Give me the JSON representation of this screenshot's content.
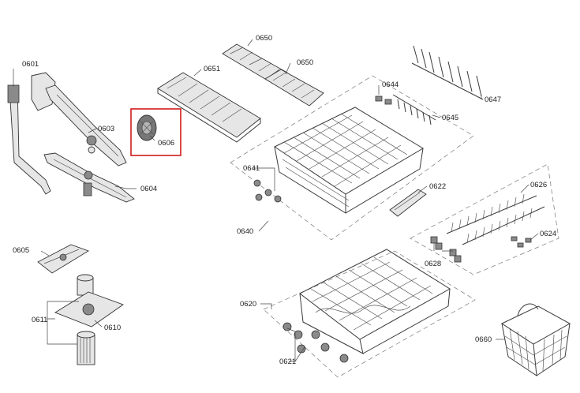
{
  "colors": {
    "highlight": "#d01c1c",
    "line": "#333333",
    "background": "#ffffff"
  },
  "highlighted_part": "0606",
  "parts": {
    "p0601": "0601",
    "p0603": "0603",
    "p0604": "0604",
    "p0605": "0605",
    "p0606": "0606",
    "p0610": "0610",
    "p0611": "0611",
    "p0620": "0620",
    "p0621": "0621",
    "p0622": "0622",
    "p0624": "0624",
    "p0626": "0626",
    "p0628": "0628",
    "p0640": "0640",
    "p0641": "0641",
    "p0644": "0644",
    "p0645": "0645",
    "p0647": "0647",
    "p0650a": "0650",
    "p0650b": "0650",
    "p0651": "0651",
    "p0660": "0660"
  }
}
